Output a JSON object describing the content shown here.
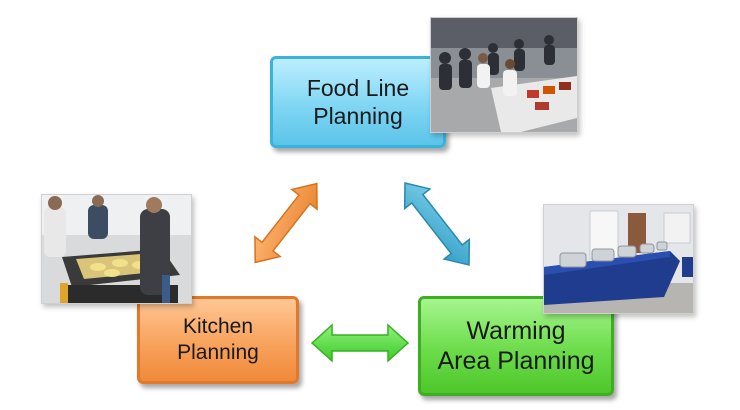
{
  "nodes": {
    "food_line": {
      "label": "Food Line\nPlanning",
      "color": "#7fd6f3"
    },
    "kitchen": {
      "label": "Kitchen\nPlanning",
      "color": "#f8a25c"
    },
    "warming_area": {
      "label": "Warming\nArea Planning",
      "color": "#6cdc4a"
    }
  },
  "connections": [
    {
      "from": "kitchen",
      "to": "food_line",
      "color": "#f6a04e"
    },
    {
      "from": "food_line",
      "to": "warming_area",
      "color": "#4fb6d8"
    },
    {
      "from": "kitchen",
      "to": "warming_area",
      "color": "#62e04a"
    }
  ],
  "photos": [
    {
      "attached_to": "food_line",
      "icon": "food-line-photo"
    },
    {
      "attached_to": "kitchen",
      "icon": "kitchen-griddle-photo"
    },
    {
      "attached_to": "warming_area",
      "icon": "chafing-dishes-photo"
    }
  ]
}
